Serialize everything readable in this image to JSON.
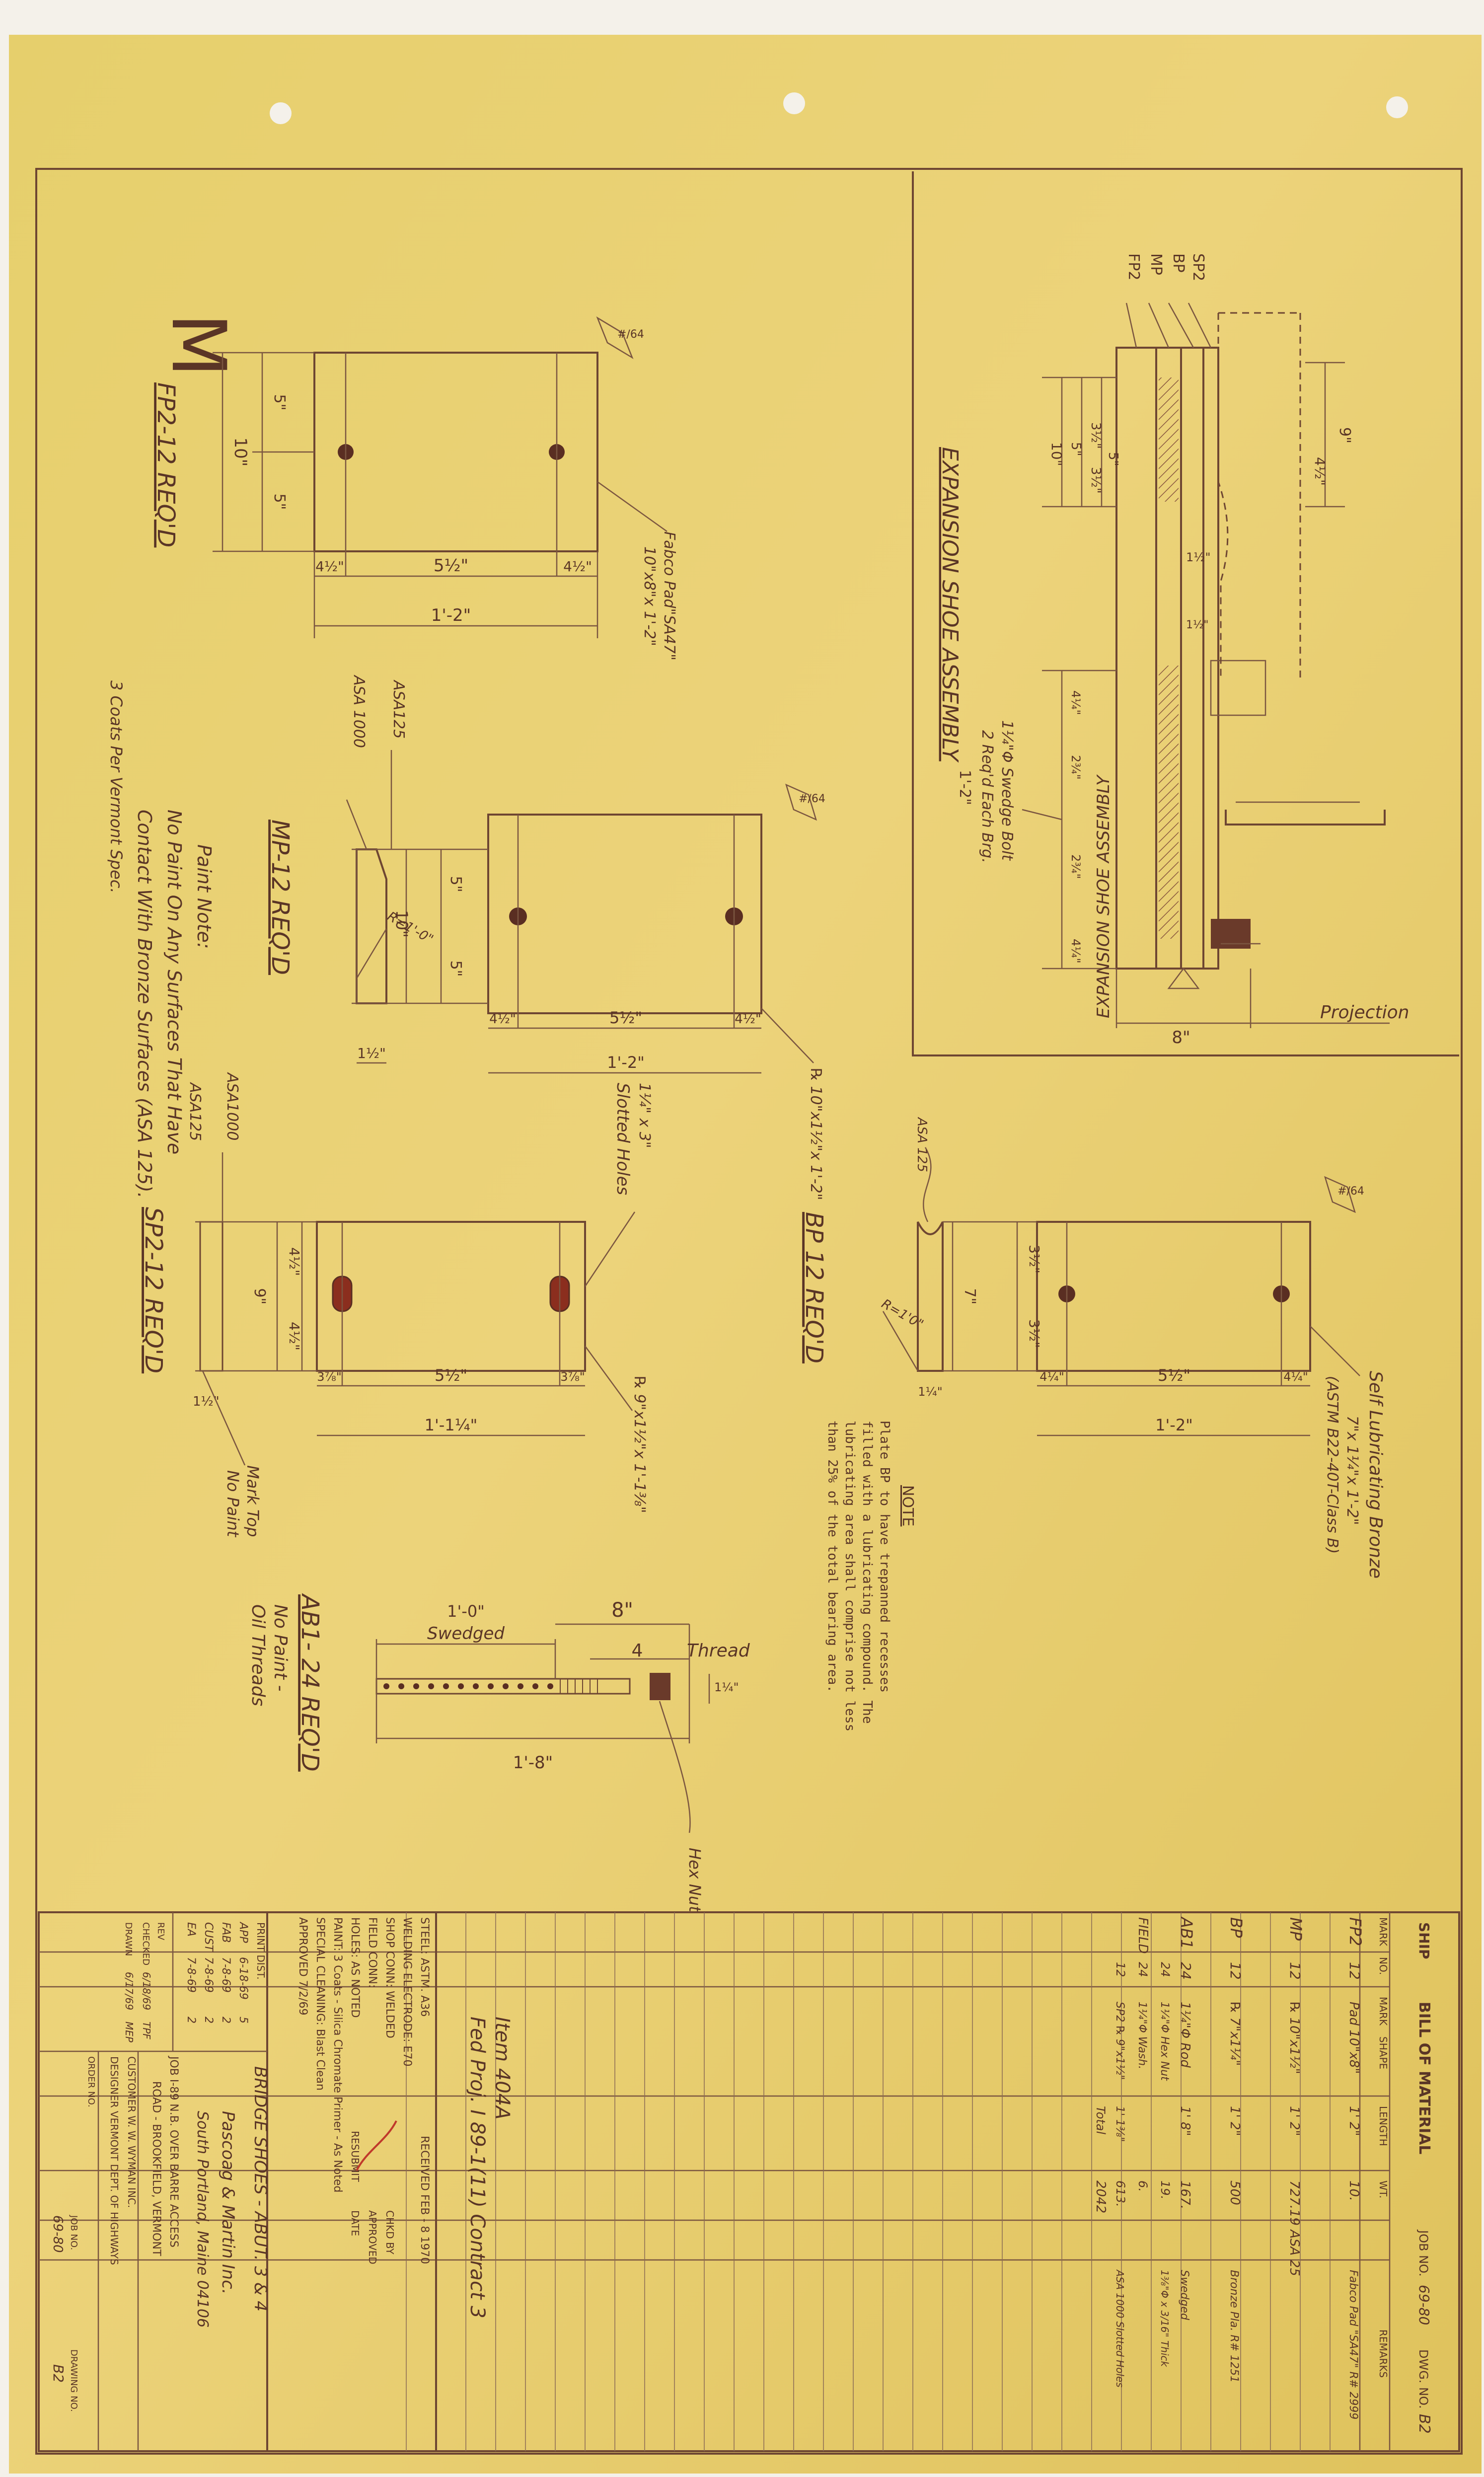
{
  "sheet_mark": "M",
  "fp2": {
    "title": "FP2-12 REQ'D",
    "height_total": "10\"",
    "height_half_a": "5\"",
    "height_half_b": "5\"",
    "edge_left": "4½\"",
    "center": "5½\"",
    "edge_right": "4½\"",
    "length": "1'-2\"",
    "finish": "#/64",
    "pad_label": "Fabco Pad\"SA47\"",
    "pad_size": "10\"x8\"x 1'-2\""
  },
  "mp": {
    "title": "MP-12 REQ'D",
    "asa_a": "ASA125",
    "asa_b": "ASA 1000",
    "radius": "R=1'-0\"",
    "thickness": "1½\"",
    "height_total": "10\"",
    "height_half_a": "5\"",
    "height_half_b": "5\"",
    "edge_left": "4½\"",
    "center": "5½\"",
    "edge_right": "4½\"",
    "length": "1'-2\"",
    "finish": "#/64",
    "plate": "℞ 10\"x1½\"x 1'-2\""
  },
  "sp2": {
    "title": "SP2-12 REQ'D",
    "asa_a": "ASA1000",
    "asa_b": "ASA125",
    "slot_label_a": "1¼\" x 3\"",
    "slot_label_b": "Slotted Holes",
    "height_total": "9\"",
    "height_half_a": "4½\"",
    "height_half_b": "4½\"",
    "thickness": "1½\"",
    "edge_left": "3⅞\"",
    "center": "5½\"",
    "edge_right": "3⅞\"",
    "length": "1'-1¼\"",
    "plate": "℞ 9\"x1½\"x 1'-1⅜\"",
    "mark_a": "Mark Top",
    "mark_b": "No Paint"
  },
  "bp": {
    "title": "BP 12 REQ'D",
    "asa": "ASA 125",
    "radius": "R=1'0\"",
    "height_total": "7\"",
    "height_half_a": "3½\"",
    "height_half_b": "3½\"",
    "thickness": "1¼\"",
    "edge_left": "4¼\"",
    "center": "5½\"",
    "edge_right": "4¼\"",
    "length": "1'-2\"",
    "finish": "#/64",
    "material_a": "Self Lubricating Bronze",
    "material_b": "7\"x 1¼\"x 1'-2\"",
    "material_c": "(ASTM B22-40T-Class B)"
  },
  "note": {
    "heading": "NOTE",
    "lines": [
      "Plate BP to have trepanned recesses",
      "filled with a lubricating compound. The",
      "lubricating area shall comprise not less",
      "than 25% of the total bearing area."
    ]
  },
  "paint_note": {
    "lines": [
      "Paint Note:",
      "No Paint On Any Surfaces That Have",
      "Contact With Bronze Surfaces (ASA 125).",
      "3 Coats Per Vermont Spec."
    ]
  },
  "ab1": {
    "title": "AB1- 24 REQ'D",
    "sub_a": "No Paint -",
    "sub_b": "Oil Threads",
    "swedged": "Swedged",
    "swedged_len": "1'-0\"",
    "thread_total": "8\"",
    "thread_len": "4",
    "thread_label": "Thread",
    "total_length": "1'-8\"",
    "dia": "1¼\"",
    "hex": "Hex Nut"
  },
  "assembly": {
    "title": "EXPANSION SHOE ASSEMBLY",
    "labels": [
      "SP2",
      "BP",
      "MP",
      "FP2"
    ],
    "dims": [
      "5\"",
      "3½\"",
      "3½\"",
      "5\"",
      "10\"",
      "9\"",
      "4½\"",
      "1½\"",
      "4¼\"",
      "2¾\"",
      "2¾\"",
      "4¼\"",
      "8\"",
      "1½\""
    ],
    "bolt_a": "1¼\"Φ Swedge Bolt",
    "bolt_b": "2 Req'd Each Brg.",
    "bolt_c": "1'-2\"",
    "projection": "Projection"
  },
  "bill": {
    "header": {
      "ship": "SHIP",
      "title": "BILL OF MATERIAL",
      "job_label": "JOB NO.",
      "job_value": "69-80",
      "dwg_label": "DWG. NO.",
      "dwg_value": "B2"
    },
    "columns": [
      "MARK",
      "NO.",
      "MARK",
      "SHAPE",
      "LENGTH",
      "WT.",
      "REMARKS"
    ],
    "rows": [
      {
        "mark": "FP2",
        "no": "12",
        "shape": "Pad 10\"x8\"",
        "length": "1' 2\"",
        "wt": "10.",
        "remarks": "Fabco Pad \"SA47\"  R# 2999"
      },
      {
        "mark": "MP",
        "no": "12",
        "shape": "℞ 10\"x1½\"",
        "length": "1' 2\"",
        "wt": "727.19 ASA 25",
        "remarks": ""
      },
      {
        "mark": "BP",
        "no": "12",
        "shape": "℞ 7\"x1¼\"",
        "length": "1' 2\"",
        "wt": "500",
        "remarks": "Bronze Pla. R# 1251"
      },
      {
        "mark": "AB1",
        "no": "24",
        "shape": "1¼\"Φ Rod",
        "length": "1' 8\"",
        "wt": "167.",
        "remarks": "Swedged"
      },
      {
        "mark": "",
        "no": "24",
        "shape": "1¼\"Φ Hex Nut",
        "length": "",
        "wt": "19.",
        "remarks": "1⅜\"Φ x 3/16\" Thick"
      },
      {
        "mark": "FIELD",
        "no": "24",
        "shape": "1¼\"Φ Wash.",
        "length": "",
        "wt": "6.",
        "remarks": ""
      },
      {
        "mark": "",
        "no": "12",
        "shape": "SP2 ℞ 9\"x1½\"",
        "length": "1' 1⅜\"",
        "wt": "613.",
        "remarks": "ASA 1000 Slotted Holes"
      },
      {
        "mark": "",
        "no": "",
        "shape": "",
        "length": "Total",
        "wt": "2042",
        "remarks": ""
      }
    ],
    "item_a": "Item 404A",
    "item_b": "Fed Proj. I 89-1(11) Contract 3",
    "specs": [
      "STEEL: ASTM. A36",
      "WELDING ELECTRODE: E70",
      "SHOP CONN: WELDED",
      "FIELD CONN:",
      "HOLES: AS NOTED",
      "PAINT: 3 Coats - Silica Chromate Primer - As Noted",
      "SPECIAL CLEANING: Blast Clean",
      "APPROVED 7/2/69"
    ],
    "received": "RECEIVED FEB - 8 1970",
    "chkd_by": "CHKD BY",
    "approved": "APPROVED",
    "resubmit": "RESUBMIT",
    "date": "DATE",
    "print_dist": "PRINT DIST.",
    "dist_rows": [
      [
        "APP",
        "6-18-69",
        "5"
      ],
      [
        "FAB",
        "7-8-69",
        "2"
      ],
      [
        "CUST",
        "7-8-69",
        "2"
      ],
      [
        "EA",
        "7-8-69",
        "2"
      ]
    ],
    "rev_rows": [
      [
        "REV",
        ""
      ],
      [
        "CHECKED",
        "6/18/69"
      ],
      [
        "DRAWN",
        "6/17/69"
      ]
    ],
    "checker": "TPF",
    "drafter": "MEP",
    "title_a": "BRIDGE SHOES - ABUT. 3 & 4",
    "company": "Pascoag & Martin Inc.",
    "city": "South Portland, Maine 04106",
    "job_line_a": "JOB I-89 N.B. OVER BARRE ACCESS",
    "job_line_b": "ROAD - BROOKFIELD, VERMONT",
    "customer": "CUSTOMER W. W. WYMAN INC.",
    "designer": "DESIGNER VERMONT DEPT. OF HIGHWAYS",
    "order_no": "ORDER NO.",
    "job_no": "JOB NO.",
    "drawing_no": "DRAWING NO.",
    "job_no_value": "69-80",
    "drawing_no_value": "B2"
  }
}
